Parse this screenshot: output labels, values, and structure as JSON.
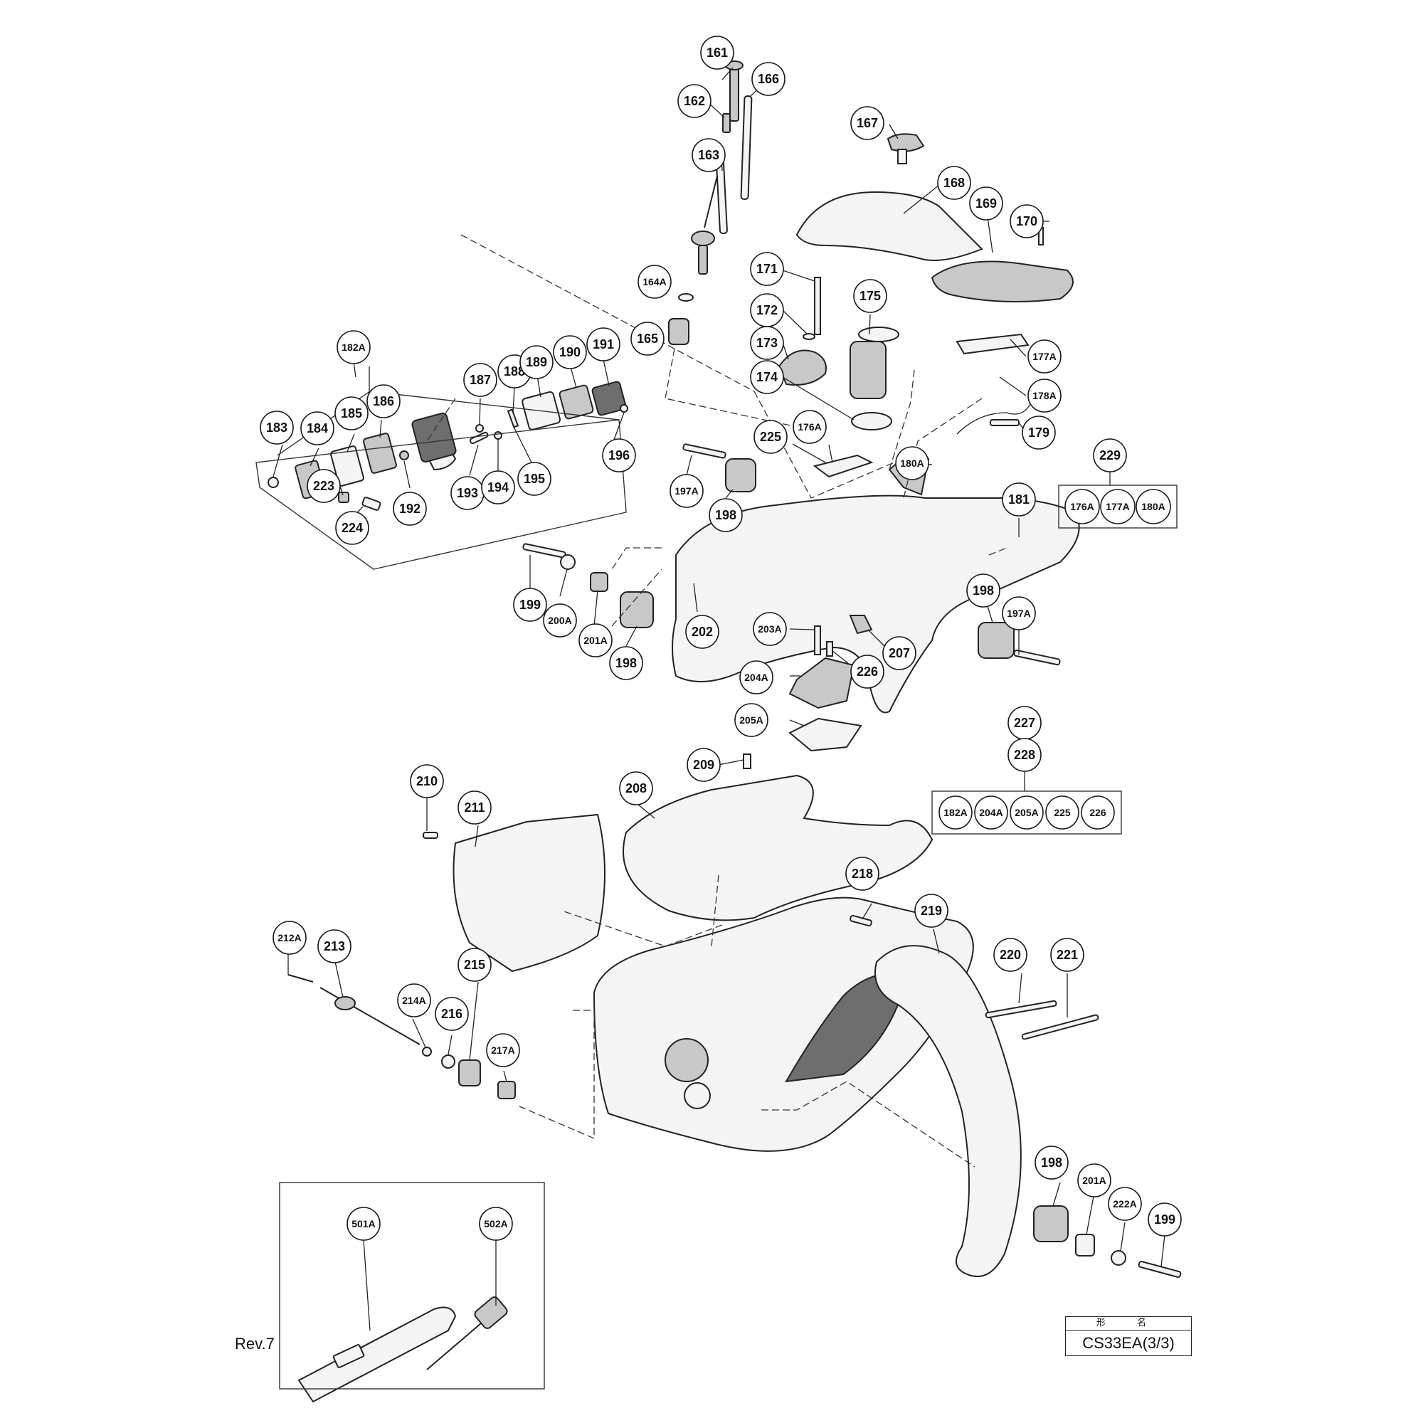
{
  "callouts": [
    {
      "id": "161",
      "label": "161"
    },
    {
      "id": "162",
      "label": "162"
    },
    {
      "id": "163",
      "label": "163"
    },
    {
      "id": "164A",
      "label": "164A"
    },
    {
      "id": "165",
      "label": "165"
    },
    {
      "id": "166",
      "label": "166"
    },
    {
      "id": "167",
      "label": "167"
    },
    {
      "id": "168",
      "label": "168"
    },
    {
      "id": "169",
      "label": "169"
    },
    {
      "id": "170",
      "label": "170"
    },
    {
      "id": "171",
      "label": "171"
    },
    {
      "id": "172",
      "label": "172"
    },
    {
      "id": "173",
      "label": "173"
    },
    {
      "id": "174",
      "label": "174"
    },
    {
      "id": "175",
      "label": "175"
    },
    {
      "id": "176A",
      "label": "176A"
    },
    {
      "id": "177A",
      "label": "177A"
    },
    {
      "id": "178A",
      "label": "178A"
    },
    {
      "id": "179",
      "label": "179"
    },
    {
      "id": "180A",
      "label": "180A"
    },
    {
      "id": "181",
      "label": "181"
    },
    {
      "id": "182A",
      "label": "182A"
    },
    {
      "id": "183",
      "label": "183"
    },
    {
      "id": "184",
      "label": "184"
    },
    {
      "id": "185",
      "label": "185"
    },
    {
      "id": "186",
      "label": "186"
    },
    {
      "id": "187",
      "label": "187"
    },
    {
      "id": "188",
      "label": "188"
    },
    {
      "id": "189",
      "label": "189"
    },
    {
      "id": "190",
      "label": "190"
    },
    {
      "id": "191",
      "label": "191"
    },
    {
      "id": "192",
      "label": "192"
    },
    {
      "id": "193",
      "label": "193"
    },
    {
      "id": "194",
      "label": "194"
    },
    {
      "id": "195",
      "label": "195"
    },
    {
      "id": "196",
      "label": "196"
    },
    {
      "id": "197A-a",
      "label": "197A"
    },
    {
      "id": "198-a",
      "label": "198"
    },
    {
      "id": "199-a",
      "label": "199"
    },
    {
      "id": "200A",
      "label": "200A"
    },
    {
      "id": "201A-a",
      "label": "201A"
    },
    {
      "id": "198-b",
      "label": "198"
    },
    {
      "id": "202",
      "label": "202"
    },
    {
      "id": "203A",
      "label": "203A"
    },
    {
      "id": "204A",
      "label": "204A"
    },
    {
      "id": "205A",
      "label": "205A"
    },
    {
      "id": "207",
      "label": "207"
    },
    {
      "id": "226",
      "label": "226"
    },
    {
      "id": "198-c",
      "label": "198"
    },
    {
      "id": "197A-b",
      "label": "197A"
    },
    {
      "id": "225",
      "label": "225"
    },
    {
      "id": "223",
      "label": "223"
    },
    {
      "id": "224",
      "label": "224"
    },
    {
      "id": "229",
      "label": "229"
    },
    {
      "id": "227",
      "label": "227"
    },
    {
      "id": "228",
      "label": "228"
    },
    {
      "id": "209",
      "label": "209"
    },
    {
      "id": "208",
      "label": "208"
    },
    {
      "id": "210",
      "label": "210"
    },
    {
      "id": "211",
      "label": "211"
    },
    {
      "id": "212A",
      "label": "212A"
    },
    {
      "id": "213",
      "label": "213"
    },
    {
      "id": "214A",
      "label": "214A"
    },
    {
      "id": "215",
      "label": "215"
    },
    {
      "id": "216",
      "label": "216"
    },
    {
      "id": "217A",
      "label": "217A"
    },
    {
      "id": "218",
      "label": "218"
    },
    {
      "id": "219",
      "label": "219"
    },
    {
      "id": "220",
      "label": "220"
    },
    {
      "id": "221",
      "label": "221"
    },
    {
      "id": "198-d",
      "label": "198"
    },
    {
      "id": "201A-b",
      "label": "201A"
    },
    {
      "id": "222A",
      "label": "222A"
    },
    {
      "id": "199-b",
      "label": "199"
    },
    {
      "id": "501A",
      "label": "501A"
    },
    {
      "id": "502A",
      "label": "502A"
    }
  ],
  "kit_229": [
    "176A",
    "177A",
    "180A"
  ],
  "kit_227_228": [
    "182A",
    "204A",
    "205A",
    "225",
    "226"
  ],
  "revision": "Rev.7",
  "model_header": "形 名",
  "model": "CS33EA(3/3)"
}
